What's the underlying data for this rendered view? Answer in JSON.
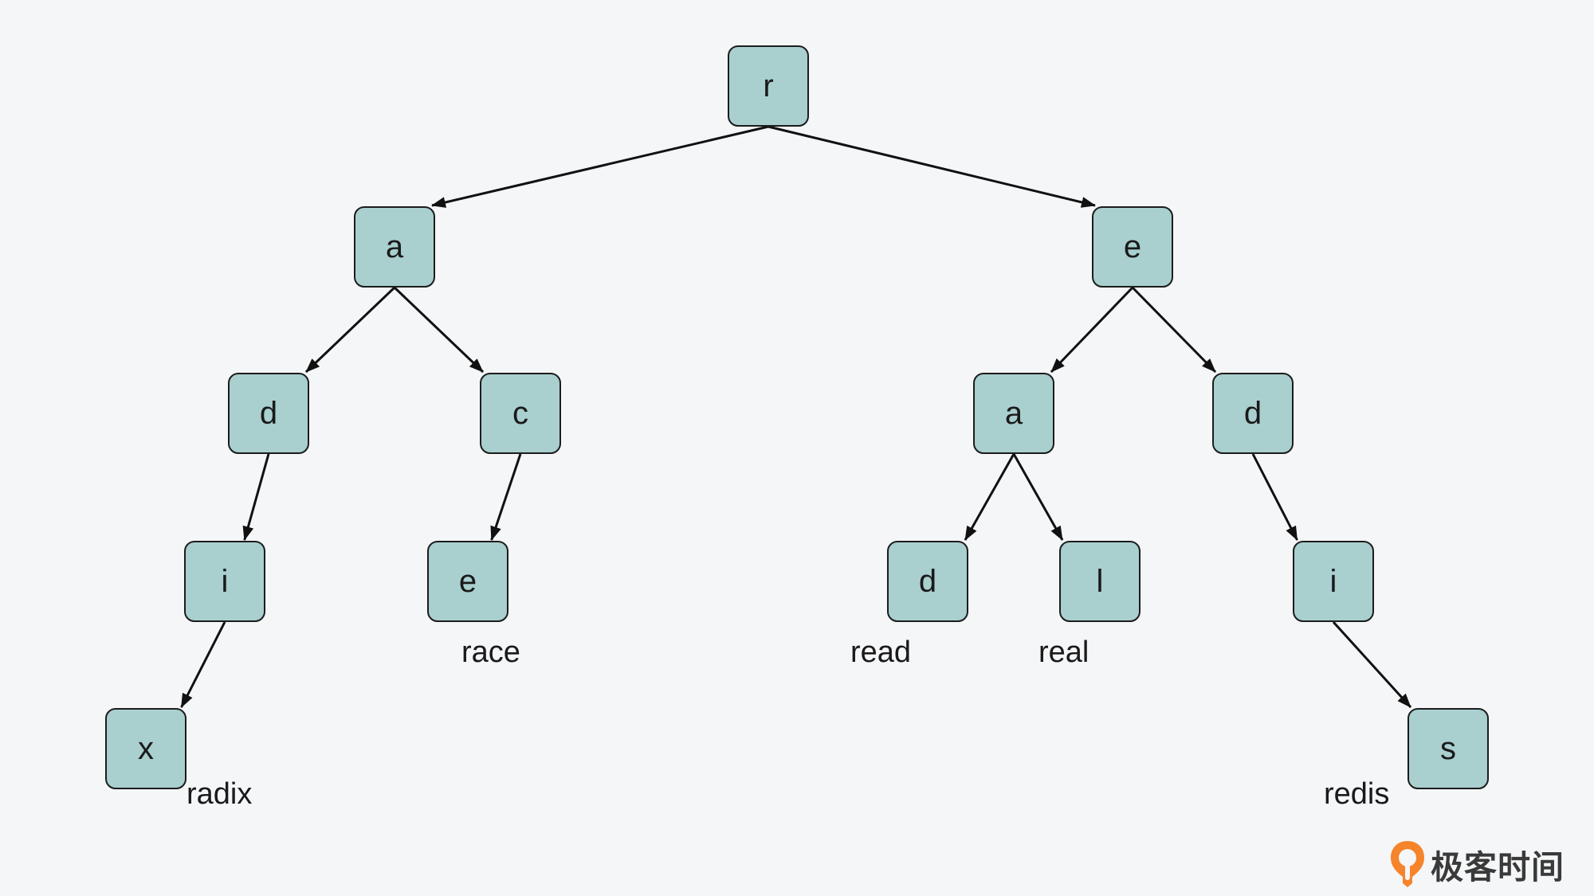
{
  "diagram": {
    "type": "trie",
    "nodes": [
      {
        "id": "n-r",
        "label": "r"
      },
      {
        "id": "n-ra",
        "label": "a"
      },
      {
        "id": "n-re",
        "label": "e"
      },
      {
        "id": "n-rad",
        "label": "d"
      },
      {
        "id": "n-rac",
        "label": "c"
      },
      {
        "id": "n-radi",
        "label": "i"
      },
      {
        "id": "n-race",
        "label": "e"
      },
      {
        "id": "n-radix",
        "label": "x"
      },
      {
        "id": "n-rea",
        "label": "a"
      },
      {
        "id": "n-red",
        "label": "d"
      },
      {
        "id": "n-read",
        "label": "d"
      },
      {
        "id": "n-real",
        "label": "l"
      },
      {
        "id": "n-redi",
        "label": "i"
      },
      {
        "id": "n-redis",
        "label": "s"
      }
    ],
    "edges": [
      {
        "from": "n-r",
        "to": "n-ra"
      },
      {
        "from": "n-r",
        "to": "n-re"
      },
      {
        "from": "n-ra",
        "to": "n-rad"
      },
      {
        "from": "n-ra",
        "to": "n-rac"
      },
      {
        "from": "n-rad",
        "to": "n-radi"
      },
      {
        "from": "n-radi",
        "to": "n-radix"
      },
      {
        "from": "n-rac",
        "to": "n-race"
      },
      {
        "from": "n-re",
        "to": "n-rea"
      },
      {
        "from": "n-re",
        "to": "n-red"
      },
      {
        "from": "n-rea",
        "to": "n-read"
      },
      {
        "from": "n-rea",
        "to": "n-real"
      },
      {
        "from": "n-red",
        "to": "n-redi"
      },
      {
        "from": "n-redi",
        "to": "n-redis"
      }
    ],
    "words": [
      {
        "text": "radix",
        "node": "n-radix"
      },
      {
        "text": "race",
        "node": "n-race"
      },
      {
        "text": "read",
        "node": "n-read"
      },
      {
        "text": "real",
        "node": "n-real"
      },
      {
        "text": "redis",
        "node": "n-redis"
      }
    ]
  },
  "logo": {
    "text": "极客时间",
    "mark_color": "#f5842b"
  },
  "colors": {
    "node_fill": "#a9cfcf",
    "node_border": "#1c1c1c",
    "edge": "#111111",
    "background": "#f5f6f8"
  }
}
